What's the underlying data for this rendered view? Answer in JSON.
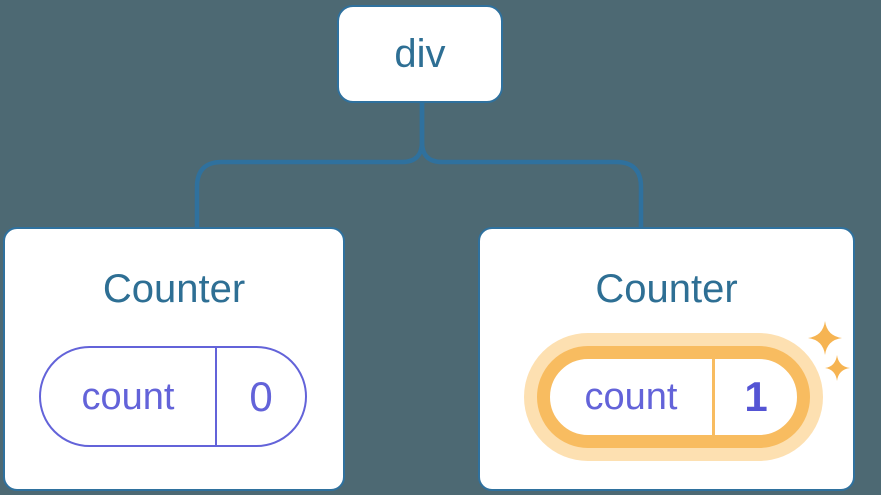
{
  "tree": {
    "root": {
      "label": "div"
    },
    "children": [
      {
        "title": "Counter",
        "state_key": "count",
        "state_value": "0",
        "highlighted": false
      },
      {
        "title": "Counter",
        "state_key": "count",
        "state_value": "1",
        "highlighted": true
      }
    ]
  },
  "colors": {
    "background": "#4d6973",
    "connector_blue": "#2f719e",
    "node_fill": "#ffffff",
    "title_text_blue": "#2e6f94",
    "state_purple": "#6363d9",
    "state_value_bold_purple": "#5454d4",
    "highlight_orange": "#f8bc60",
    "highlight_glow": "#fde0b1",
    "sparkle_orange": "#f6b452"
  },
  "icons": {
    "highlight_sparkles": "sparkle-icon"
  }
}
